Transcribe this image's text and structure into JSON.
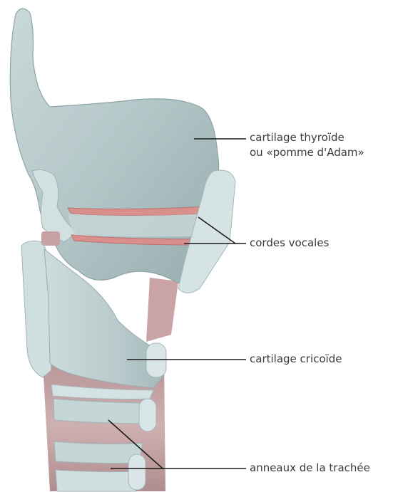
{
  "labels": {
    "thyroid_line1": "cartilage thyroïde",
    "thyroid_line2": "ou «pomme d'Adam»",
    "vocal_cords": "cordes vocales",
    "cricoid": "cartilage cricoïde",
    "trachea_rings": "anneaux de la trachée"
  },
  "colors": {
    "cartilage": "#b8cacb",
    "cartilage_light": "#d7e4e4",
    "cartilage_shadow": "#8fa4a6",
    "ligament": "#c9a9aa",
    "vocal_cord": "#d98f8c",
    "leader_line": "#1a1a1a",
    "text": "#3a3a3a"
  }
}
